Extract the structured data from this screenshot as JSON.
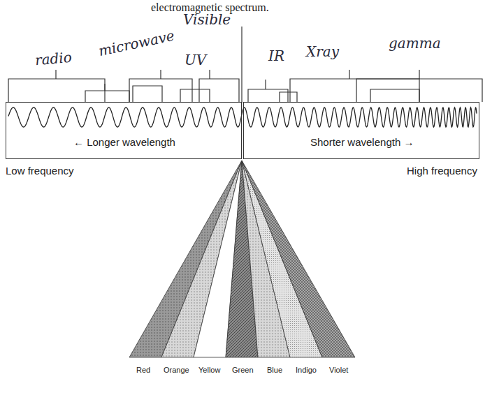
{
  "diagram": {
    "nodes": [
      {
        "text": [
          "← Longer wavelength"
        ]
      },
      {
        "text": [
          "Shorter wavelength →"
        ]
      }
    ],
    "labels": [
      "electromagnetic spectrum.",
      "radio",
      "microwave",
      "Visible",
      "UV",
      "IR",
      "Xray",
      "gamma",
      "Low frequency",
      "High frequency",
      "Red",
      "Orange",
      "Yellow",
      "Green",
      "Blue",
      "Indigo",
      "Violet"
    ]
  }
}
